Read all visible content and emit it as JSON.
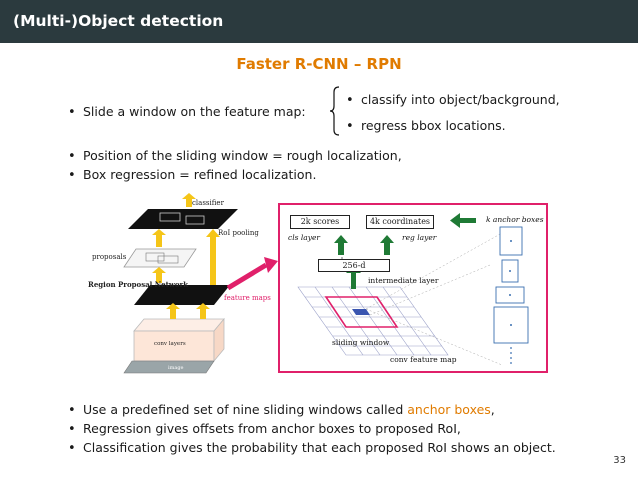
{
  "header": {
    "title": "(Multi-)Object detection"
  },
  "slide": {
    "subtitle": "Faster R-CNN – RPN",
    "bullet1": "Slide a window on the feature map:",
    "sub1": "classify into object/background,",
    "sub2": "regress bbox locations.",
    "bullet2": "Position of the sliding window = rough localization,",
    "bullet3": "Box regression = refined localization.",
    "bullet4_prefix": "Use a predefined set of nine sliding windows called ",
    "bullet4_accent": "anchor boxes",
    "bullet4_suffix": ",",
    "bullet5": "Regression gives offsets from anchor boxes to proposed RoI,",
    "bullet6": "Classification gives the probability that each proposed RoI shows an object.",
    "page_number": "33",
    "bullet_glyph": "•"
  },
  "left_figure": {
    "classifier": "classifier",
    "roi_pooling": "RoI pooling",
    "proposals": "proposals",
    "rpn": "Region Proposal Network",
    "feature_maps": "feature maps",
    "conv_layers": "conv layers",
    "image": "image"
  },
  "rpn_figure": {
    "scores": "2k scores",
    "coords": "4k coordinates",
    "anchor_boxes": "k anchor boxes",
    "cls_layer": "cls layer",
    "reg_layer": "reg layer",
    "intermediate": "256-d",
    "intermediate_layer": "intermediate layer",
    "sliding_window": "sliding window",
    "conv_feature_map": "conv feature map"
  },
  "colors": {
    "accent": "#e07b00",
    "header_bg": "#2b3a3e",
    "box_border": "#e0206a",
    "arrow_green": "#1f7a35",
    "arrow_yellow": "#f5c518"
  }
}
